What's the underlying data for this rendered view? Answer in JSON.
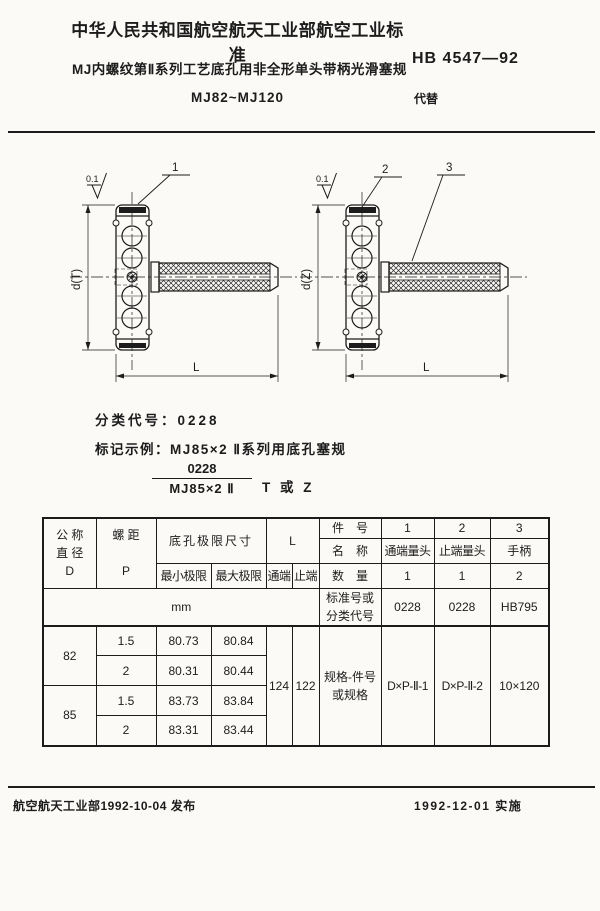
{
  "colors": {
    "ink": "#1c1c1c",
    "paper": "#fbfaf7"
  },
  "header": {
    "org_line": "中华人民共和国航空航天工业部航空工业标准",
    "title": "MJ内螺纹第Ⅱ系列工艺底孔用非全形单头带柄光滑塞规",
    "range": "MJ82~MJ120",
    "standard_no": "HB 4547—92",
    "supersedes": "代替"
  },
  "drawings": {
    "left": {
      "part_label": "1",
      "dim_diameter": "d(T)",
      "dim_length": "L",
      "surface_finish": "0.1"
    },
    "right": {
      "part_label_head": "2",
      "part_label_handle": "3",
      "dim_diameter": "d(Z)",
      "dim_length": "L",
      "surface_finish": "0.1"
    }
  },
  "classification": {
    "class_code_line": "分类代号：0228",
    "marking_example_line": "标记示例：MJ85×2 Ⅱ系列用底孔塞规",
    "fraction_numerator": "0228",
    "fraction_denominator": "MJ85×2 Ⅱ",
    "fraction_suffix": "T 或 Z"
  },
  "table": {
    "headers": {
      "nominal_diameter": "公 称\n直 径\nD",
      "pitch": "螺 距\n\nP",
      "hole_limit": "底孔极限尺寸",
      "min_limit": "最小极限",
      "max_limit": "最大极限",
      "length": "L",
      "go_end": "通端",
      "nogo_end": "止端",
      "part_no": "件　号",
      "name": "名　称",
      "quantity": "数　量",
      "std_or_class": "标准号或\n分类代号",
      "unit": "mm",
      "spec_label": "规格-件号\n或规格"
    },
    "parts": {
      "numbers": [
        "1",
        "2",
        "3"
      ],
      "names": [
        "通端量头",
        "止端量头",
        "手柄"
      ],
      "quantities": [
        "1",
        "1",
        "2"
      ],
      "std_codes": [
        "0228",
        "0228",
        "HB795"
      ],
      "specs": [
        "D×P-Ⅱ-1",
        "D×P-Ⅱ-2",
        "10×120"
      ]
    },
    "l_values": {
      "go": "124",
      "nogo": "122"
    },
    "row_groups": [
      {
        "d": "82",
        "subrows": [
          {
            "p": "1.5",
            "min": "80.73",
            "max": "80.84"
          },
          {
            "p": "2",
            "min": "80.31",
            "max": "80.44"
          }
        ]
      },
      {
        "d": "85",
        "subrows": [
          {
            "p": "1.5",
            "min": "83.73",
            "max": "83.84"
          },
          {
            "p": "2",
            "min": "83.31",
            "max": "83.44"
          }
        ]
      }
    ]
  },
  "footer": {
    "issued": "航空航天工业部1992-10-04 发布",
    "effective": "1992-12-01 实施"
  }
}
